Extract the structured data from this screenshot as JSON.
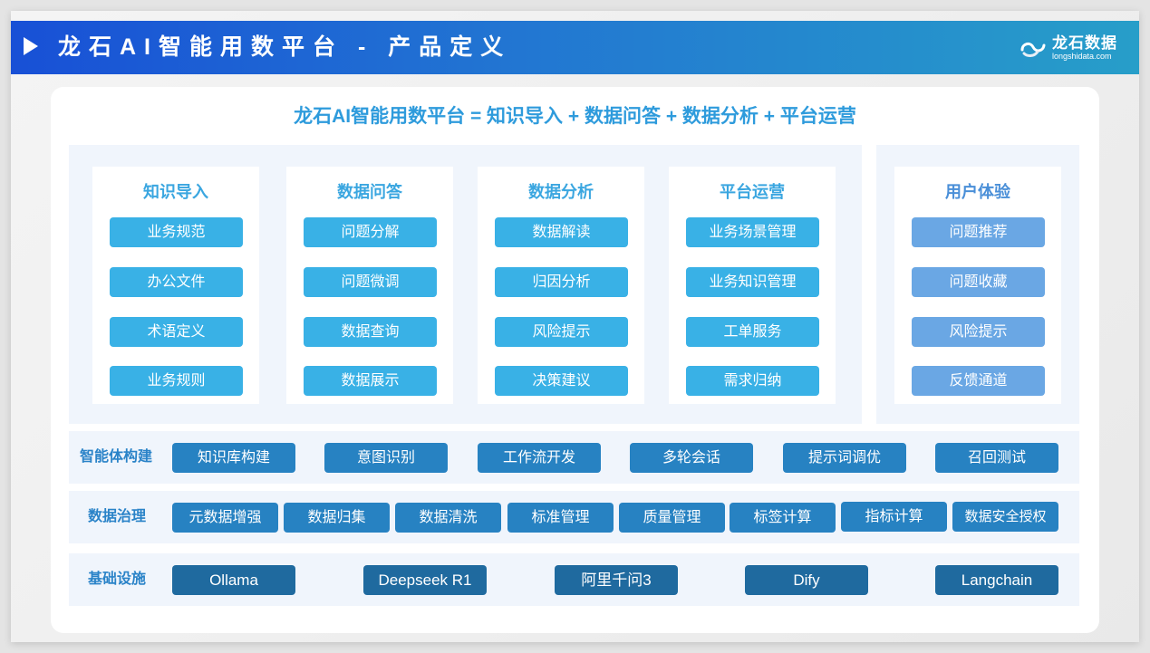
{
  "header": {
    "title": "龙石AI智能用数平台 - 产品定义",
    "logo": {
      "name_cn": "龙石数据",
      "domain": "longshidata.com"
    }
  },
  "formula": "龙石AI智能用数平台 = 知识导入 + 数据问答 + 数据分析 + 平台运营",
  "columns": [
    {
      "title": "知识导入",
      "items": [
        "业务规范",
        "办公文件",
        "术语定义",
        "业务规则"
      ]
    },
    {
      "title": "数据问答",
      "items": [
        "问题分解",
        "问题微调",
        "数据查询",
        "数据展示"
      ]
    },
    {
      "title": "数据分析",
      "items": [
        "数据解读",
        "归因分析",
        "风险提示",
        "决策建议"
      ]
    },
    {
      "title": "平台运营",
      "items": [
        "业务场景管理",
        "业务知识管理",
        "工单服务",
        "需求归纳"
      ]
    }
  ],
  "ux_column": {
    "title": "用户体验",
    "items": [
      "问题推荐",
      "问题收藏",
      "风险提示",
      "反馈通道"
    ]
  },
  "layers": [
    {
      "label": "智能体构建",
      "items": [
        "知识库构建",
        "意图识别",
        "工作流开发",
        "多轮会话",
        "提示词调优",
        "召回测试"
      ]
    },
    {
      "label": "数据治理",
      "items": [
        "元数据增强",
        "数据归集",
        "数据清洗",
        "标准管理",
        "质量管理",
        "标签计算",
        "指标计算",
        "数据安全授权"
      ]
    },
    {
      "label": "基础设施",
      "items": [
        "Ollama",
        "Deepseek R1",
        "阿里千问3",
        "Dify",
        "Langchain"
      ]
    }
  ],
  "colors": {
    "header_start": "#1850d6",
    "header_end": "#279ec9",
    "accent": "#2e9bdc",
    "module_button": "#39b1e6",
    "ux_button": "#6aa7e4",
    "layer_button": "#2782c2",
    "infra_button": "#1f6a9f",
    "panel_bg": "#f0f5fc"
  }
}
